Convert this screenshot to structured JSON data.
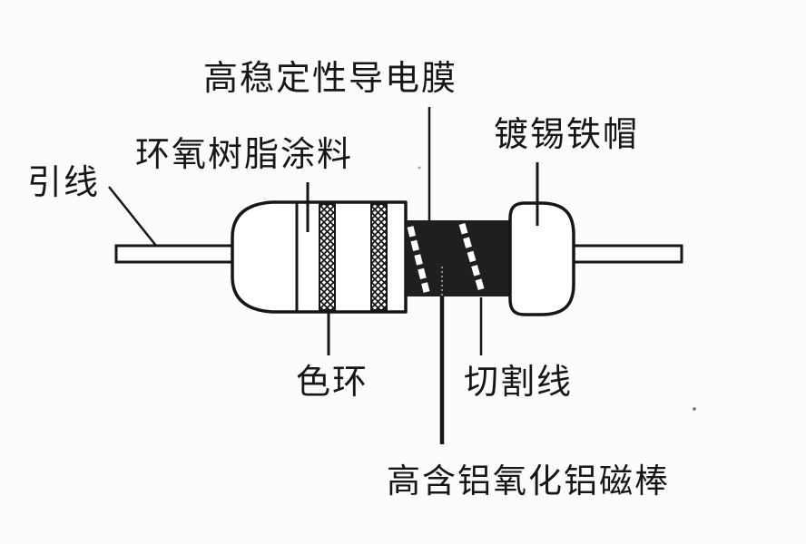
{
  "diagram": {
    "subject": "resistor-construction-diagram",
    "labels": {
      "lead_wire": "引线",
      "epoxy_coating": "环氧树脂涂料",
      "conductive_film": "高稳定性导电膜",
      "tin_plated_cap": "镀锡铁帽",
      "color_ring": "色环",
      "cutting_line": "切割线",
      "alumina_rod": "高含铝氧化铝磁棒"
    },
    "colors": {
      "ink": "#161616",
      "paper": "#fcfcfb",
      "film_fill": "#1f1f1f",
      "cut_stripe": "#ffffff"
    }
  }
}
